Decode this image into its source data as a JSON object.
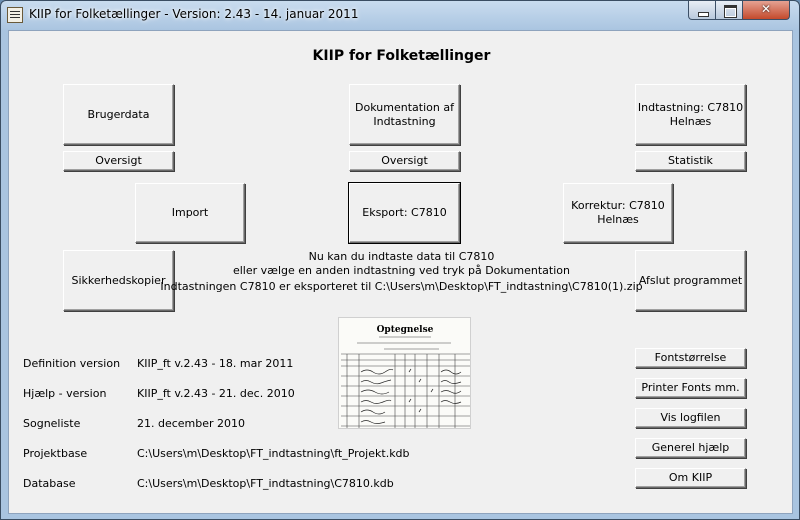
{
  "window": {
    "title": "KIIP for Folketællinger - Version: 2.43 - 14. januar 2011"
  },
  "heading": "KIIP for Folketællinger",
  "buttons": {
    "brugerdata": "Brugerdata",
    "dokumentation": "Dokumentation af Indtastning",
    "indtastning": "Indtastning: C7810 Helnæs",
    "oversigt1": "Oversigt",
    "oversigt2": "Oversigt",
    "statistik": "Statistik",
    "import": "Import",
    "eksport": "Eksport: C7810",
    "korrektur": "Korrektur: C7810 Helnæs",
    "sikkerhedskopier": "Sikkerhedskopier",
    "afslut": "Afslut programmet",
    "fontstorrelse": "Fontstørrelse",
    "printer_fonts": "Printer Fonts mm.",
    "vis_logfilen": "Vis logfilen",
    "generel_hjaelp": "Generel hjælp",
    "om_kiip": "Om KIIP"
  },
  "status": {
    "line1": "Nu kan du indtaste data til C7810",
    "line2": "eller vælge en anden indtastning ved tryk på Dokumentation",
    "line3": "Indtastningen C7810 er eksporteret til C:\\Users\\m\\Desktop\\FT_indtastning\\C7810(1).zip"
  },
  "info": [
    {
      "label": "Definition version",
      "value": "KIIP_ft v.2.43 - 18. mar 2011"
    },
    {
      "label": "Hjælp - version",
      "value": "KIIP_ft v.2.43 - 21. dec. 2010"
    },
    {
      "label": "Sogneliste",
      "value": "21. december 2010"
    },
    {
      "label": "Projektbase",
      "value": "C:\\Users\\m\\Desktop\\FT_indtastning\\ft_Projekt.kdb"
    },
    {
      "label": "Database",
      "value": "C:\\Users\\m\\Desktop\\FT_indtastning\\C7810.kdb"
    }
  ],
  "census_image": {
    "heading": "Optegnelse"
  }
}
